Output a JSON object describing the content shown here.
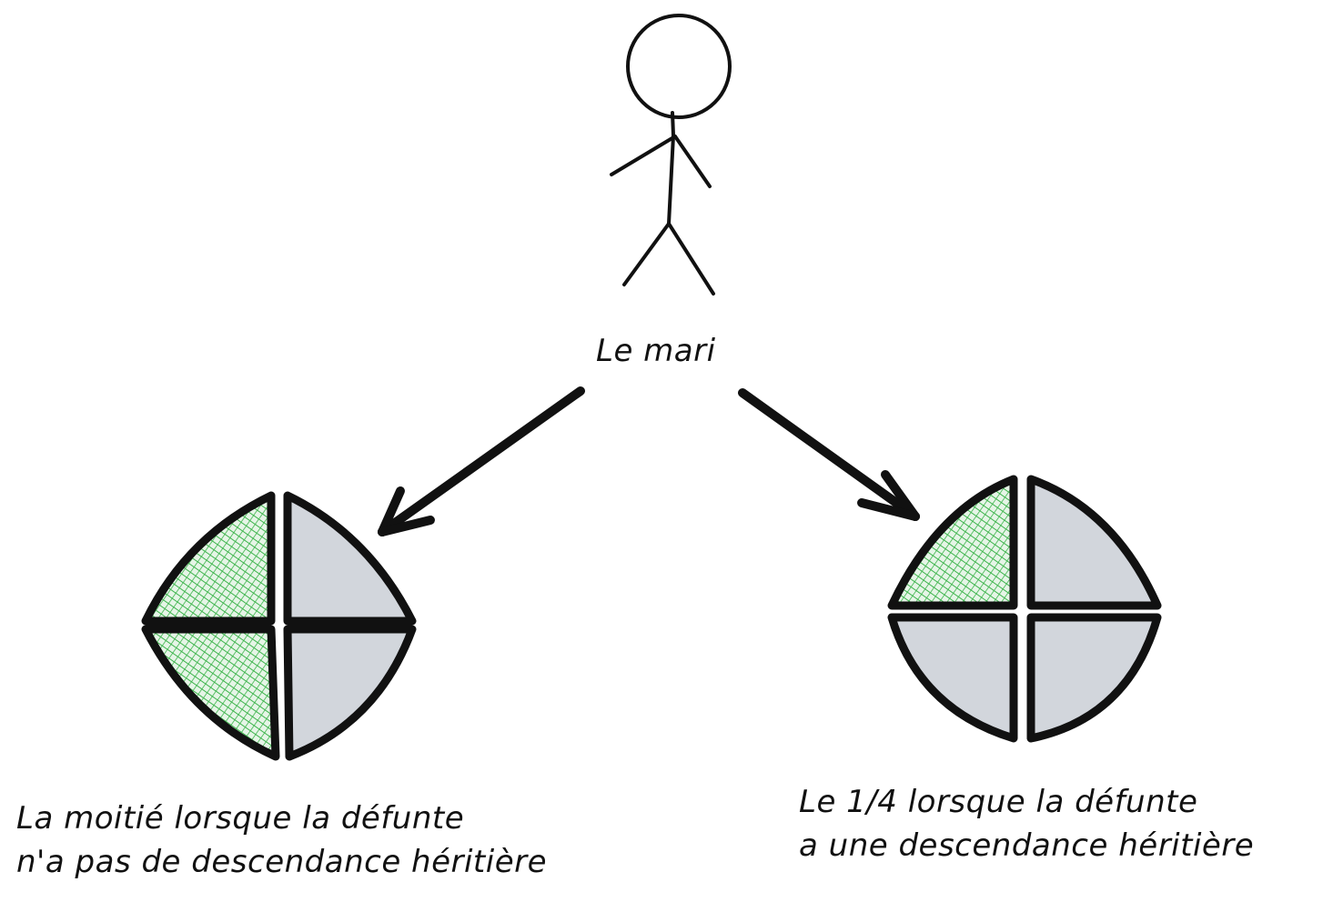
{
  "person": {
    "label": "Le mari",
    "icon": "stick-figure-icon"
  },
  "shares": [
    {
      "name": "left",
      "caption_line1": "La moitié lorsque la défunte",
      "caption_line2": "n'a pas de descendance héritière",
      "share_fraction": 0.5,
      "quarters_shaded": [
        "top-left",
        "bottom-left"
      ]
    },
    {
      "name": "right",
      "caption_line1": "Le 1/4 lorsque la défunte",
      "caption_line2": "a une descendance héritière",
      "share_fraction": 0.25,
      "quarters_shaded": [
        "top-left"
      ]
    }
  ],
  "colors": {
    "ink": "#111111",
    "shaded": "#3cb44b",
    "unshaded": "#d2d6dc",
    "background": "#ffffff"
  }
}
